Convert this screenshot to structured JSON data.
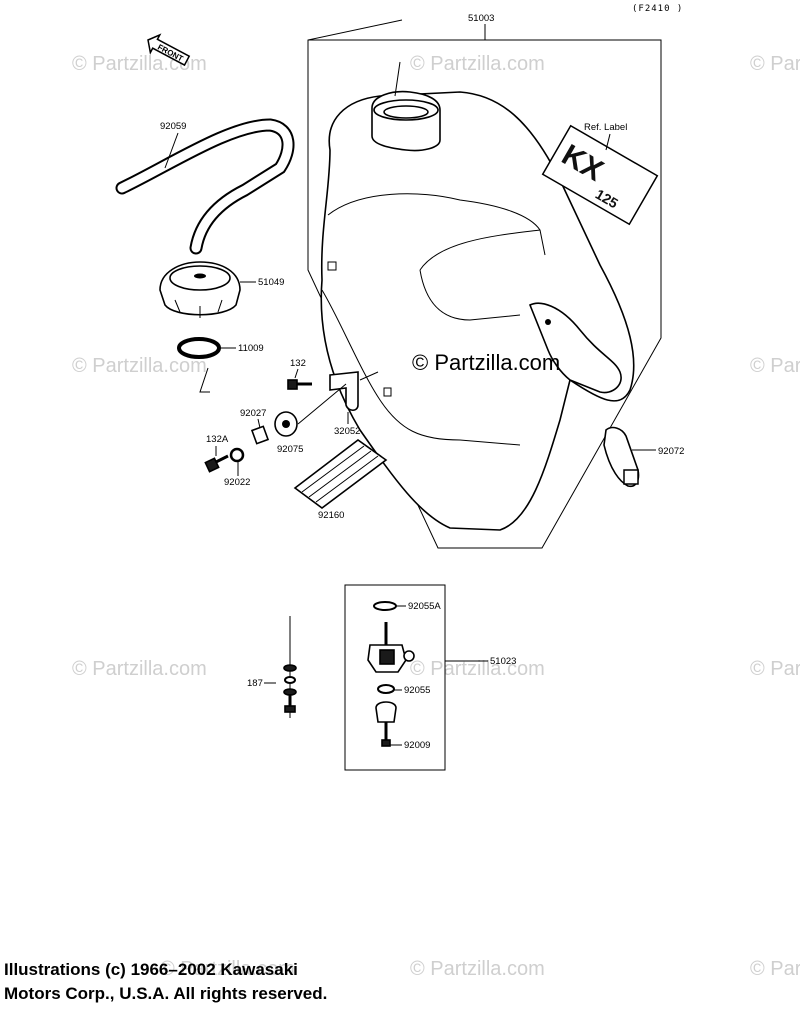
{
  "figure_code": "(F2410 )",
  "front_label": "FRONT",
  "ref_label": "Ref. Label",
  "decal_model": "KX",
  "decal_number": "125",
  "watermark": "© Partzilla.com",
  "center_watermark": "© Partzilla.com",
  "parts": {
    "p51003": "51003",
    "p92059": "92059",
    "p51049": "51049",
    "p11009": "11009",
    "p132": "132",
    "p92027": "92027",
    "p132A": "132A",
    "p92022": "92022",
    "p92075": "92075",
    "p32052": "32052",
    "p92160": "92160",
    "p92072": "92072",
    "p92055A": "92055A",
    "p51023": "51023",
    "p187": "187",
    "p92055": "92055",
    "p92009": "92009"
  },
  "copyright": {
    "line1": "Illustrations (c) 1966–2002 Kawasaki",
    "line2": "Motors Corp., U.S.A.  All rights reserved."
  }
}
